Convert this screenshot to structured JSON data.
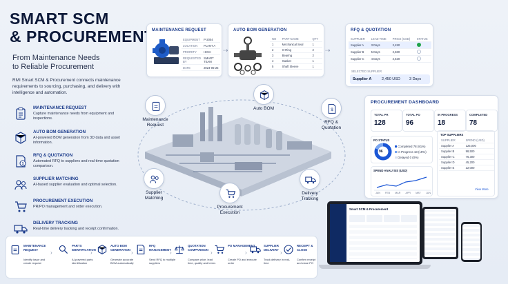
{
  "hero": {
    "title_line1": "SMART SCM",
    "title_line2": "& PROCUREMENT",
    "subtitle_line1": "From Maintenance Needs",
    "subtitle_line2": "to Reliable Procurement",
    "description": "RMI Smart SCM & Procurement connects maintenance requirements to sourcing, purchasing, and delivery with intelligence and automation."
  },
  "steps": [
    {
      "title": "MAINTENANCE REQUEST",
      "desc": "Capture maintenance needs from equipment and inspections.",
      "icon": "clipboard-icon"
    },
    {
      "title": "AUTO BOM GENERATION",
      "desc": "AI-powered BOM generation from 3D data and asset information.",
      "icon": "cube-icon"
    },
    {
      "title": "RFQ & QUOTATION",
      "desc": "Automated RFQ to suppliers and real-time quotation comparison.",
      "icon": "document-dollar-icon"
    },
    {
      "title": "SUPPLIER MATCHING",
      "desc": "AI-based supplier evaluation and optimal selection.",
      "icon": "people-icon"
    },
    {
      "title": "PROCUREMENT EXECUTION",
      "desc": "PR/PO management and order execution.",
      "icon": "cart-icon"
    },
    {
      "title": "DELIVERY TRACKING",
      "desc": "Real-time delivery tracking and receipt confirmation.",
      "icon": "truck-icon"
    }
  ],
  "maintenance_card": {
    "title": "MAINTENANCE REQUEST",
    "rows": [
      {
        "k": "EQUIPMENT",
        "v": "P-2004"
      },
      {
        "k": "LOCATION",
        "v": "PLANT A"
      },
      {
        "k": "PRIORITY",
        "v": "HIGH"
      },
      {
        "k": "REQUESTED BY",
        "v": "SMART TEAM"
      },
      {
        "k": "DATE",
        "v": "2024-05-25"
      }
    ]
  },
  "bom_card": {
    "title": "AUTO BOM GENERATION",
    "headers": [
      "NO",
      "PART NAME",
      "QTY"
    ],
    "rows": [
      [
        "1",
        "Mechanical Seal",
        "1"
      ],
      [
        "2",
        "O-Ring",
        "2"
      ],
      [
        "3",
        "Bearing",
        "2"
      ],
      [
        "4",
        "Gasket",
        "1"
      ],
      [
        "5",
        "Shaft Sleeve",
        "1"
      ]
    ]
  },
  "rfq_card": {
    "title": "RFQ & QUOTATION",
    "headers": [
      "SUPPLIER",
      "LEAD TIME",
      "PRICE (USD)",
      "STATUS"
    ],
    "rows": [
      [
        "Supplier A",
        "3 Days",
        "2,450"
      ],
      [
        "Supplier B",
        "5 Days",
        "2,680"
      ],
      [
        "Supplier C",
        "4 Days",
        "2,520"
      ]
    ],
    "selected_label": "SELECTED SUPPLIER",
    "selected": [
      "Supplier A",
      "2,450 USD",
      "3 Days"
    ]
  },
  "cycle_nodes": {
    "maintenance": "Maintenance Request",
    "autobom": "Auto BOM",
    "rfq": "RFQ & Quotation",
    "supplier": "Supplier Matching",
    "procurement": "Procurement Execution",
    "delivery": "Delivery Tracking"
  },
  "dashboard": {
    "title": "PROCUREMENT DASHBOARD",
    "stats": [
      {
        "label": "TOTAL PR",
        "value": "128"
      },
      {
        "label": "TOTAL PO",
        "value": "96"
      },
      {
        "label": "IN PROGRESS",
        "value": "18"
      },
      {
        "label": "COMPLETED",
        "value": "78"
      }
    ],
    "po_status_title": "PO STATUS",
    "po_total": "96",
    "po_status": [
      {
        "label": "Completed",
        "value": "78 (81%)",
        "color": "#1a56d6"
      },
      {
        "label": "In Progress",
        "value": "18 (19%)",
        "color": "#7aa6f0"
      },
      {
        "label": "Delayed",
        "value": "0 (0%)",
        "color": "#d8e1f0"
      }
    ],
    "top_suppliers_title": "TOP SUPPLIERS",
    "top_suppliers_headers": [
      "SUPPLIER",
      "SPEND (USD)"
    ],
    "top_suppliers": [
      [
        "Supplier A",
        "125,000"
      ],
      [
        "Supplier B",
        "98,500"
      ],
      [
        "Supplier C",
        "76,300"
      ],
      [
        "Supplier D",
        "45,200"
      ],
      [
        "Supplier E",
        "22,000"
      ]
    ],
    "view_more": "View More",
    "spend_title": "SPEND ANALYSIS (USD)",
    "spend_months": [
      "JAN",
      "FEB",
      "MAR",
      "APR",
      "MAY",
      "JUN"
    ]
  },
  "device": {
    "app_title": "Smart SCM & Procurement"
  },
  "bottom_flow": [
    {
      "title": "MAINTENANCE REQUEST",
      "desc": "Identify issue and create request"
    },
    {
      "title": "PARTS IDENTIFICATION",
      "desc": "AI-powered parts identification"
    },
    {
      "title": "AUTO BOM GENERATION",
      "desc": "Generate accurate BOM automatically"
    },
    {
      "title": "RFQ MANAGEMENT",
      "desc": "Send RFQ to multiple suppliers"
    },
    {
      "title": "QUOTATION COMPARISON",
      "desc": "Compare price, lead time, quality and terms"
    },
    {
      "title": "PO MANAGEMENT",
      "desc": "Create PO and execute order"
    },
    {
      "title": "SUPPLIER DELIVERY",
      "desc": "Track delivery in real-time"
    },
    {
      "title": "RECEIPT & CLOSE",
      "desc": "Confirm receipt and close PO"
    }
  ]
}
